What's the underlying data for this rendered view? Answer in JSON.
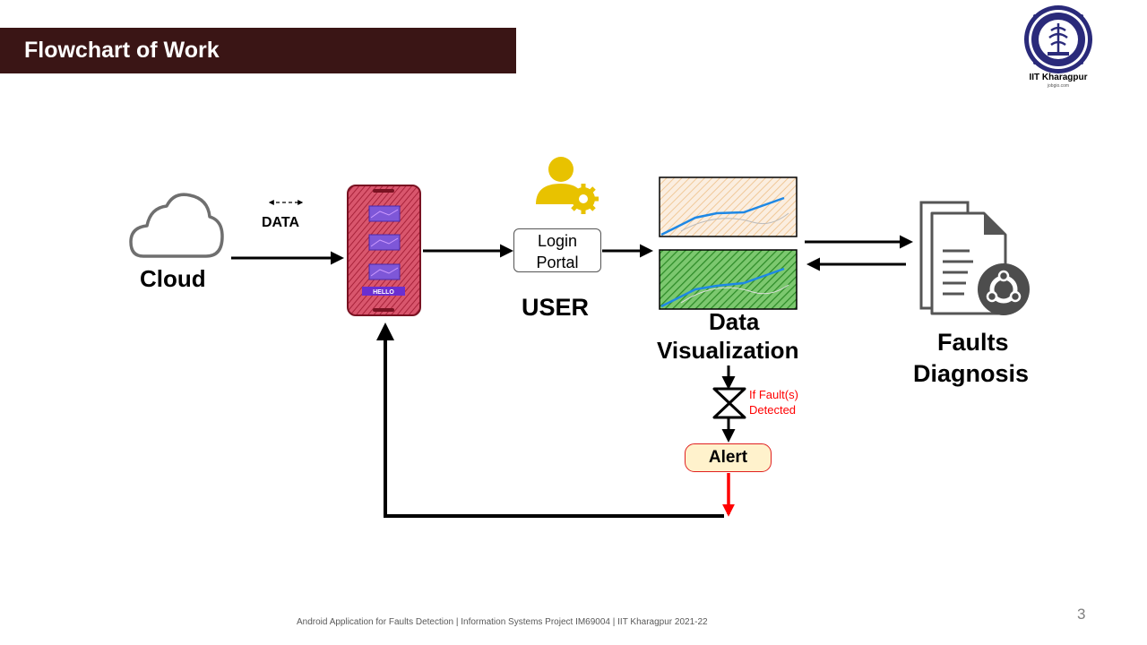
{
  "slide": {
    "title": "Flowchart of Work",
    "footer": "Android Application for Faults Detection | Information Systems Project IM69004 | IIT  Kharagpur 2021-22",
    "page_number": "3"
  },
  "logo": {
    "caption": "IIT Kharagpur",
    "sub": "jobgio.com"
  },
  "diagram": {
    "cloud_label": "Cloud",
    "data_label": "DATA",
    "data_arrow_text": "<--->",
    "login_line1": "Login",
    "login_line2": "Portal",
    "user_label": "USER",
    "viz_line1": "Data",
    "viz_line2": "Visualization",
    "fault_note_line1": "If Fault(s)",
    "fault_note_line2": "Detected",
    "alert_label": "Alert",
    "diag_line1": "Faults",
    "diag_line2": "Diagnosis",
    "phone_screen_text": "HELLO"
  },
  "colors": {
    "title_bar": "#3a1515",
    "phone": "#c0314a",
    "user_icon": "#e8c200",
    "chart_top": "#f5d8b8",
    "chart_bottom": "#3aa335",
    "alert_fill": "#fff2cc",
    "alert_border": "#e02020",
    "feedback_arrow": "#ff0000"
  }
}
